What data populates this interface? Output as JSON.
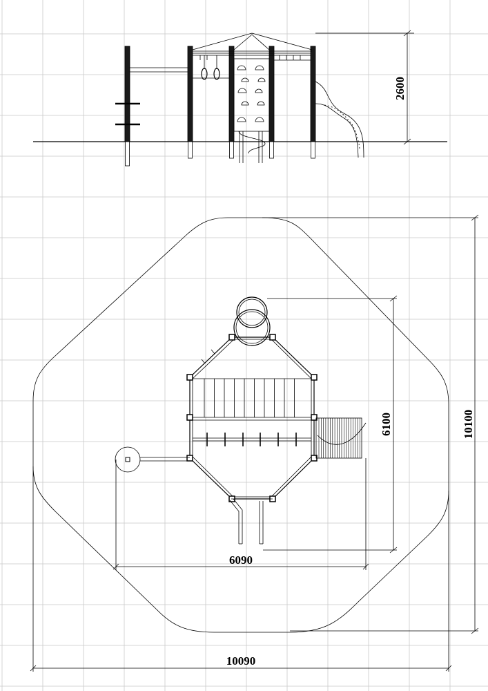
{
  "drawing": {
    "background": "#ffffff",
    "line_color": "#000000",
    "grid_color": "#c9c9c9",
    "dimensions": {
      "elevation_height": "2600",
      "plan_total_width": "10090",
      "plan_total_depth": "10100",
      "equipment_width": "6090",
      "equipment_depth": "6100"
    }
  }
}
